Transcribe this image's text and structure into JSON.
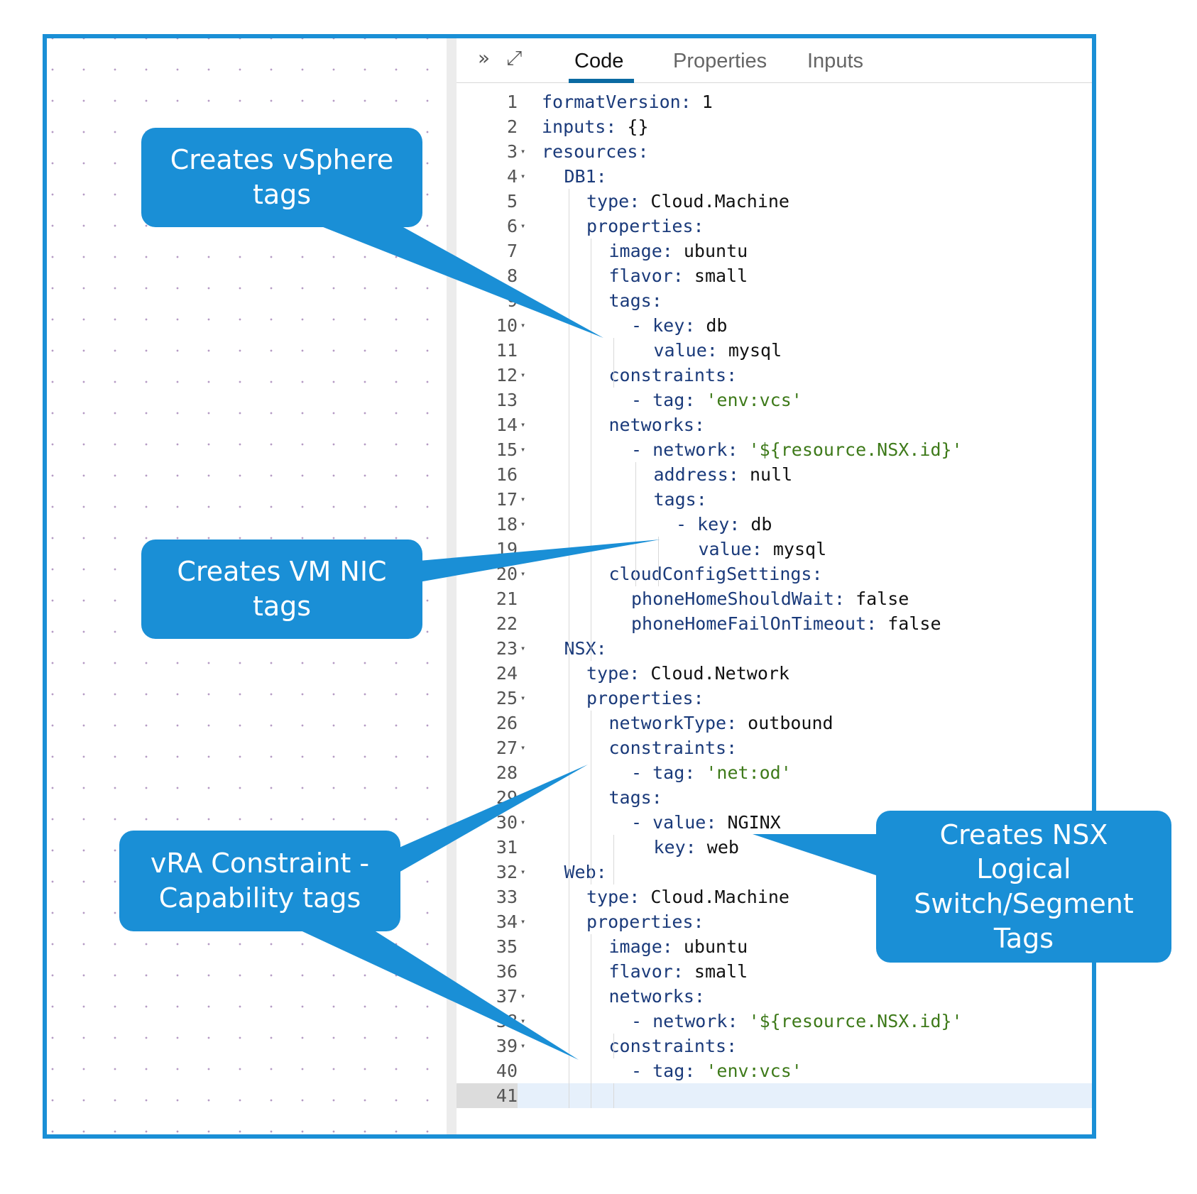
{
  "editor": {
    "tabs": [
      {
        "label": "Code",
        "active": true
      },
      {
        "label": "Properties",
        "active": false
      },
      {
        "label": "Inputs",
        "active": false
      }
    ],
    "icons": {
      "collapse": "»",
      "expand": "⤢"
    },
    "lines": [
      {
        "n": "1",
        "indent": 0,
        "fold": false,
        "key": "formatVersion:",
        "val": " 1",
        "valType": "v"
      },
      {
        "n": "2",
        "indent": 0,
        "fold": false,
        "key": "inputs:",
        "val": " {}",
        "valType": "v"
      },
      {
        "n": "3",
        "indent": 0,
        "fold": true,
        "key": "resources:",
        "val": "",
        "valType": "v"
      },
      {
        "n": "4",
        "indent": 1,
        "fold": true,
        "key": "DB1:",
        "val": "",
        "valType": "v"
      },
      {
        "n": "5",
        "indent": 2,
        "fold": false,
        "key": "type:",
        "val": " Cloud.Machine",
        "valType": "v"
      },
      {
        "n": "6",
        "indent": 2,
        "fold": true,
        "key": "properties:",
        "val": "",
        "valType": "v"
      },
      {
        "n": "7",
        "indent": 3,
        "fold": false,
        "key": "image:",
        "val": " ubuntu",
        "valType": "v"
      },
      {
        "n": "8",
        "indent": 3,
        "fold": false,
        "key": "flavor:",
        "val": " small",
        "valType": "v"
      },
      {
        "n": "9",
        "indent": 3,
        "fold": true,
        "key": "tags:",
        "val": "",
        "valType": "v"
      },
      {
        "n": "10",
        "indent": 4,
        "fold": true,
        "key": "- key:",
        "val": " db",
        "valType": "v"
      },
      {
        "n": "11",
        "indent": 5,
        "fold": false,
        "key": "value:",
        "val": " mysql",
        "valType": "v"
      },
      {
        "n": "12",
        "indent": 3,
        "fold": true,
        "key": "constraints:",
        "val": "",
        "valType": "v"
      },
      {
        "n": "13",
        "indent": 4,
        "fold": false,
        "key": "- tag:",
        "val": " 'env:vcs'",
        "valType": "s"
      },
      {
        "n": "14",
        "indent": 3,
        "fold": true,
        "key": "networks:",
        "val": "",
        "valType": "v"
      },
      {
        "n": "15",
        "indent": 4,
        "fold": true,
        "key": "- network:",
        "val": " '${resource.NSX.id}'",
        "valType": "s"
      },
      {
        "n": "16",
        "indent": 5,
        "fold": false,
        "key": "address:",
        "val": " null",
        "valType": "v"
      },
      {
        "n": "17",
        "indent": 5,
        "fold": true,
        "key": "tags:",
        "val": "",
        "valType": "v"
      },
      {
        "n": "18",
        "indent": 6,
        "fold": true,
        "key": "- key:",
        "val": " db",
        "valType": "v"
      },
      {
        "n": "19",
        "indent": 7,
        "fold": false,
        "key": "value:",
        "val": " mysql",
        "valType": "v"
      },
      {
        "n": "20",
        "indent": 3,
        "fold": true,
        "key": "cloudConfigSettings:",
        "val": "",
        "valType": "v"
      },
      {
        "n": "21",
        "indent": 4,
        "fold": false,
        "key": "phoneHomeShouldWait:",
        "val": " false",
        "valType": "v"
      },
      {
        "n": "22",
        "indent": 4,
        "fold": false,
        "key": "phoneHomeFailOnTimeout:",
        "val": " false",
        "valType": "v"
      },
      {
        "n": "23",
        "indent": 1,
        "fold": true,
        "key": "NSX:",
        "val": "",
        "valType": "v"
      },
      {
        "n": "24",
        "indent": 2,
        "fold": false,
        "key": "type:",
        "val": " Cloud.Network",
        "valType": "v"
      },
      {
        "n": "25",
        "indent": 2,
        "fold": true,
        "key": "properties:",
        "val": "",
        "valType": "v"
      },
      {
        "n": "26",
        "indent": 3,
        "fold": false,
        "key": "networkType:",
        "val": " outbound",
        "valType": "v"
      },
      {
        "n": "27",
        "indent": 3,
        "fold": true,
        "key": "constraints:",
        "val": "",
        "valType": "v"
      },
      {
        "n": "28",
        "indent": 4,
        "fold": false,
        "key": "- tag:",
        "val": " 'net:od'",
        "valType": "s"
      },
      {
        "n": "29",
        "indent": 3,
        "fold": true,
        "key": "tags:",
        "val": "",
        "valType": "v"
      },
      {
        "n": "30",
        "indent": 4,
        "fold": true,
        "key": "- value:",
        "val": " NGINX",
        "valType": "v"
      },
      {
        "n": "31",
        "indent": 5,
        "fold": false,
        "key": "key:",
        "val": " web",
        "valType": "v"
      },
      {
        "n": "32",
        "indent": 1,
        "fold": true,
        "key": "Web:",
        "val": "",
        "valType": "v"
      },
      {
        "n": "33",
        "indent": 2,
        "fold": false,
        "key": "type:",
        "val": " Cloud.Machine",
        "valType": "v"
      },
      {
        "n": "34",
        "indent": 2,
        "fold": true,
        "key": "properties:",
        "val": "",
        "valType": "v"
      },
      {
        "n": "35",
        "indent": 3,
        "fold": false,
        "key": "image:",
        "val": " ubuntu",
        "valType": "v"
      },
      {
        "n": "36",
        "indent": 3,
        "fold": false,
        "key": "flavor:",
        "val": " small",
        "valType": "v"
      },
      {
        "n": "37",
        "indent": 3,
        "fold": true,
        "key": "networks:",
        "val": "",
        "valType": "v"
      },
      {
        "n": "38",
        "indent": 4,
        "fold": true,
        "key": "- network:",
        "val": " '${resource.NSX.id}'",
        "valType": "s"
      },
      {
        "n": "39",
        "indent": 3,
        "fold": true,
        "key": "constraints:",
        "val": "",
        "valType": "v"
      },
      {
        "n": "40",
        "indent": 4,
        "fold": false,
        "key": "- tag:",
        "val": " 'env:vcs'",
        "valType": "s"
      },
      {
        "n": "41",
        "indent": 0,
        "fold": false,
        "key": "",
        "val": "",
        "valType": "v",
        "current": true
      }
    ]
  },
  "callouts": [
    {
      "id": "vsphere",
      "text": "Creates vSphere\ntags"
    },
    {
      "id": "vmnic",
      "text": "Creates VM NIC\ntags"
    },
    {
      "id": "constraint",
      "text": "vRA Constraint -\nCapability tags"
    },
    {
      "id": "nsx",
      "text": "Creates NSX\nLogical\nSwitch/Segment\nTags"
    }
  ],
  "colors": {
    "accent": "#1a8fd6",
    "tab_underline": "#0b6aa2",
    "yaml_key": "#1a3a7a",
    "yaml_string": "#3e7a1a"
  }
}
